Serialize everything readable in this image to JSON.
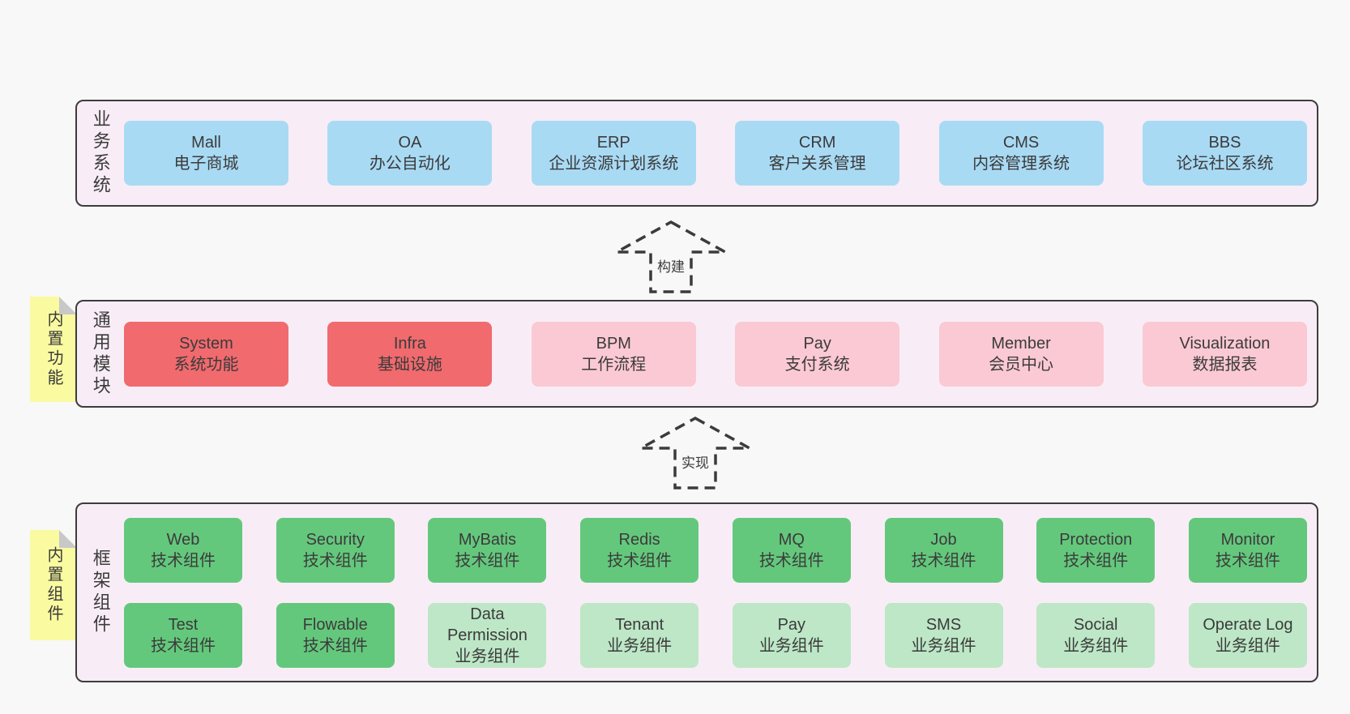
{
  "page": {
    "background": "#f8f8f8",
    "text_color": "#3b3b3b"
  },
  "colors": {
    "panel_bg": "#f8edf6",
    "panel_border": "#3d3d3d",
    "blue": "#a9daf4",
    "red": "#f16a6e",
    "pink": "#fbc9d3",
    "green": "#64c87c",
    "light_green": "#bde7c6",
    "sticky_yellow": "#fafaa0",
    "sticky_fold": "#c8c8c8",
    "arrow_stroke": "#3b3b3b"
  },
  "sections": {
    "business": {
      "label": "业务系统",
      "boxes": [
        {
          "name": "Mall",
          "desc": "电子商城",
          "variant": "blue"
        },
        {
          "name": "OA",
          "desc": "办公自动化",
          "variant": "blue"
        },
        {
          "name": "ERP",
          "desc": "企业资源计划系统",
          "variant": "blue"
        },
        {
          "name": "CRM",
          "desc": "客户关系管理",
          "variant": "blue"
        },
        {
          "name": "CMS",
          "desc": "内容管理系统",
          "variant": "blue"
        },
        {
          "name": "BBS",
          "desc": "论坛社区系统",
          "variant": "blue"
        }
      ]
    },
    "modules": {
      "label": "通用模块",
      "note": "内置功能",
      "boxes": [
        {
          "name": "System",
          "desc": "系统功能",
          "variant": "red"
        },
        {
          "name": "Infra",
          "desc": "基础设施",
          "variant": "red"
        },
        {
          "name": "BPM",
          "desc": "工作流程",
          "variant": "pink"
        },
        {
          "name": "Pay",
          "desc": "支付系统",
          "variant": "pink"
        },
        {
          "name": "Member",
          "desc": "会员中心",
          "variant": "pink"
        },
        {
          "name": "Visualization",
          "desc": "数据报表",
          "variant": "pink"
        }
      ]
    },
    "framework": {
      "label": "框架组件",
      "note": "内置组件",
      "boxes": [
        {
          "name": "Web",
          "desc": "技术组件",
          "variant": "green"
        },
        {
          "name": "Security",
          "desc": "技术组件",
          "variant": "green"
        },
        {
          "name": "MyBatis",
          "desc": "技术组件",
          "variant": "green"
        },
        {
          "name": "Redis",
          "desc": "技术组件",
          "variant": "green"
        },
        {
          "name": "MQ",
          "desc": "技术组件",
          "variant": "green"
        },
        {
          "name": "Job",
          "desc": "技术组件",
          "variant": "green"
        },
        {
          "name": "Protection",
          "desc": "技术组件",
          "variant": "green"
        },
        {
          "name": "Monitor",
          "desc": "技术组件",
          "variant": "green"
        },
        {
          "name": "Test",
          "desc": "技术组件",
          "variant": "green"
        },
        {
          "name": "Flowable",
          "desc": "技术组件",
          "variant": "green"
        },
        {
          "name": "Data Permission",
          "desc": "业务组件",
          "variant": "lightgreen"
        },
        {
          "name": "Tenant",
          "desc": "业务组件",
          "variant": "lightgreen"
        },
        {
          "name": "Pay",
          "desc": "业务组件",
          "variant": "lightgreen"
        },
        {
          "name": "SMS",
          "desc": "业务组件",
          "variant": "lightgreen"
        },
        {
          "name": "Social",
          "desc": "业务组件",
          "variant": "lightgreen"
        },
        {
          "name": "Operate Log",
          "desc": "业务组件",
          "variant": "lightgreen"
        }
      ]
    }
  },
  "arrows": {
    "build": {
      "label": "构建"
    },
    "implement": {
      "label": "实现"
    }
  }
}
